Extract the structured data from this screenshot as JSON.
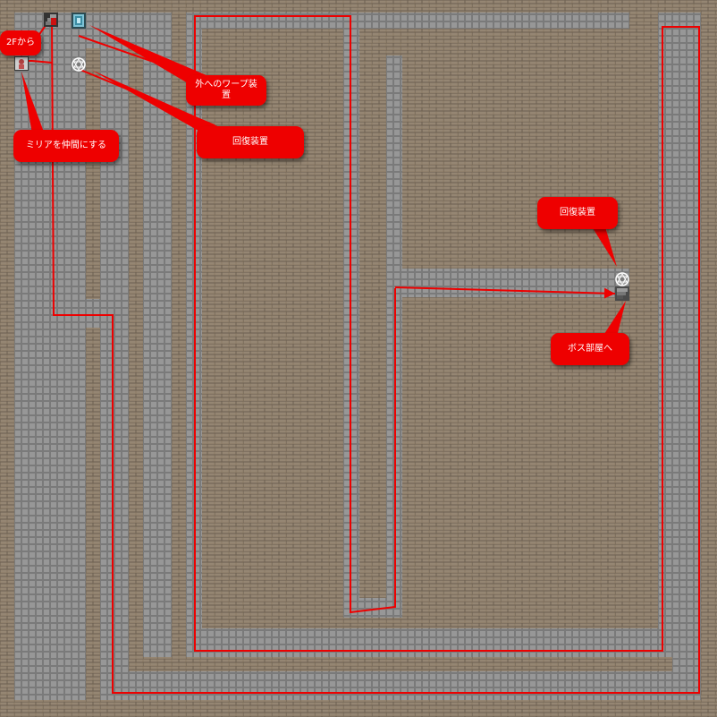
{
  "map": {
    "colors": {
      "wall": "#8a7a66",
      "floor": "#8e8e8e",
      "route": "#ee0000",
      "callout": "#ee0000",
      "callout_text": "#ffffff"
    },
    "labels": {
      "from_2f": "2Fから",
      "join_miria": "ミリアを仲間にする",
      "warp_outside": "外へのワープ装置",
      "heal_top": "回復装置",
      "heal_boss": "回復装置",
      "to_boss": "ボス部屋へ"
    },
    "icons": [
      "stairs-up-icon",
      "warp-device-icon",
      "heal-circle-icon",
      "character-miria-icon",
      "stairs-down-icon"
    ]
  }
}
